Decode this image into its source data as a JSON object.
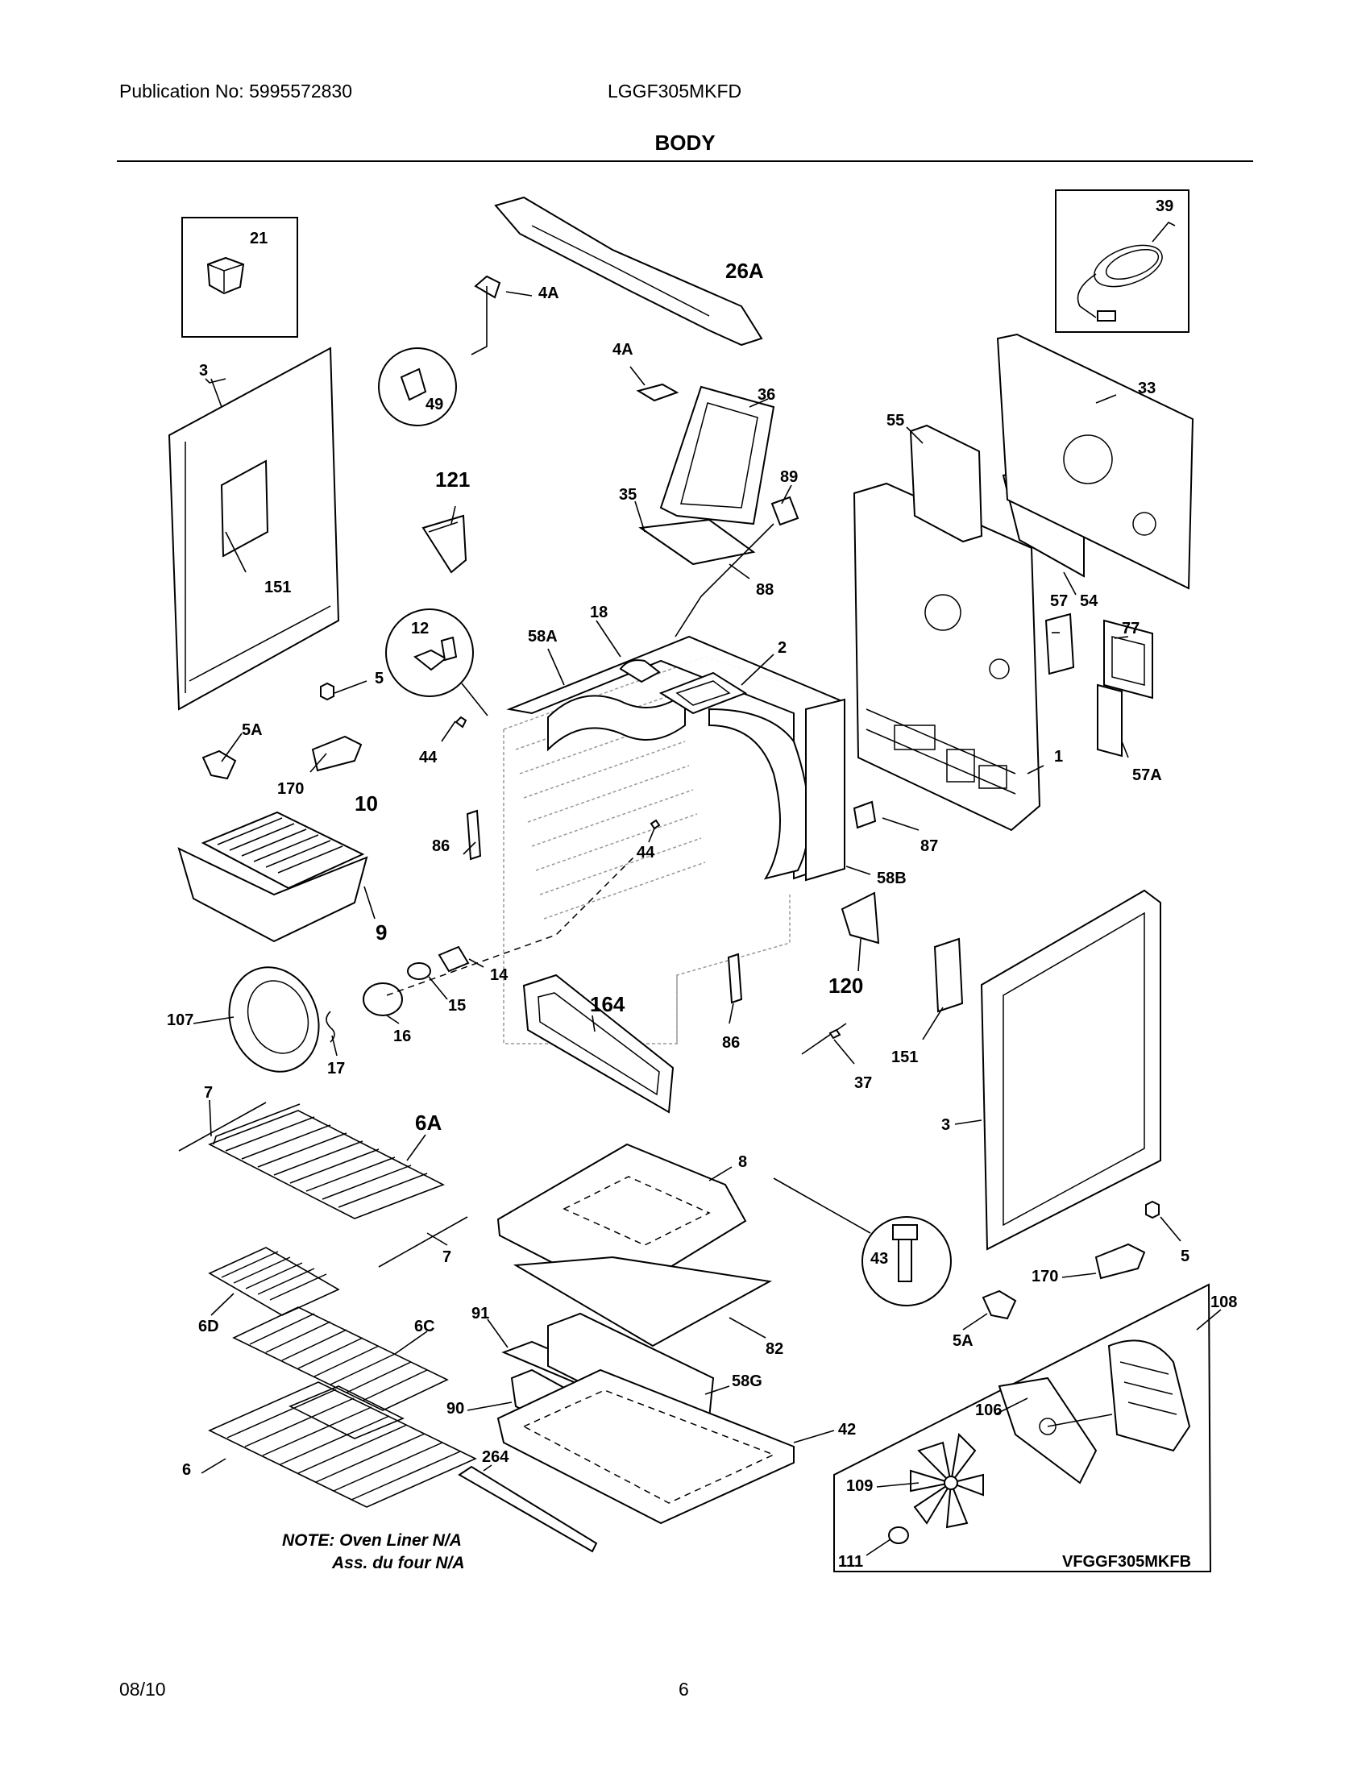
{
  "header": {
    "publication": "Publication No: 5995572830",
    "model": "LGGF305MKFD",
    "section": "BODY"
  },
  "footer": {
    "date": "08/10",
    "page": "6"
  },
  "notes": {
    "line1": "NOTE: Oven Liner N/A",
    "line2": "Ass. du four N/A"
  },
  "inset_code": "VFGGF305MKFB",
  "callouts": {
    "c21": "21",
    "c26A": "26A",
    "c4A_top": "4A",
    "c4A_mid": "4A",
    "c39": "39",
    "c49": "49",
    "c3_left": "3",
    "c151_left": "151",
    "c36": "36",
    "c33": "33",
    "c55": "55",
    "c121": "121",
    "c35": "35",
    "c89": "89",
    "c88": "88",
    "c54": "54",
    "c57": "57",
    "c77": "77",
    "c12": "12",
    "c18": "18",
    "c58A": "58A",
    "c2": "2",
    "c5_left": "5",
    "c5A_left": "5A",
    "c170_left": "170",
    "c44_left": "44",
    "c1": "1",
    "c57A": "57A",
    "c10": "10",
    "c87": "87",
    "c86_left": "86",
    "c44_mid": "44",
    "c58B": "58B",
    "c9": "9",
    "c14": "14",
    "c120": "120",
    "c107": "107",
    "c15": "15",
    "c164": "164",
    "c16": "16",
    "c17": "17",
    "c86_right": "86",
    "c151_right": "151",
    "c37": "37",
    "c7_top": "7",
    "c6A": "6A",
    "c8": "8",
    "c3_right": "3",
    "c7_bottom": "7",
    "c43": "43",
    "c5_right": "5",
    "c170_right": "170",
    "c6D": "6D",
    "c91": "91",
    "c82": "82",
    "c108": "108",
    "c5A_right": "5A",
    "c6C": "6C",
    "c58G": "58G",
    "c106": "106",
    "c90": "90",
    "c42": "42",
    "c264": "264",
    "c6": "6",
    "c109": "109",
    "c111": "111"
  }
}
